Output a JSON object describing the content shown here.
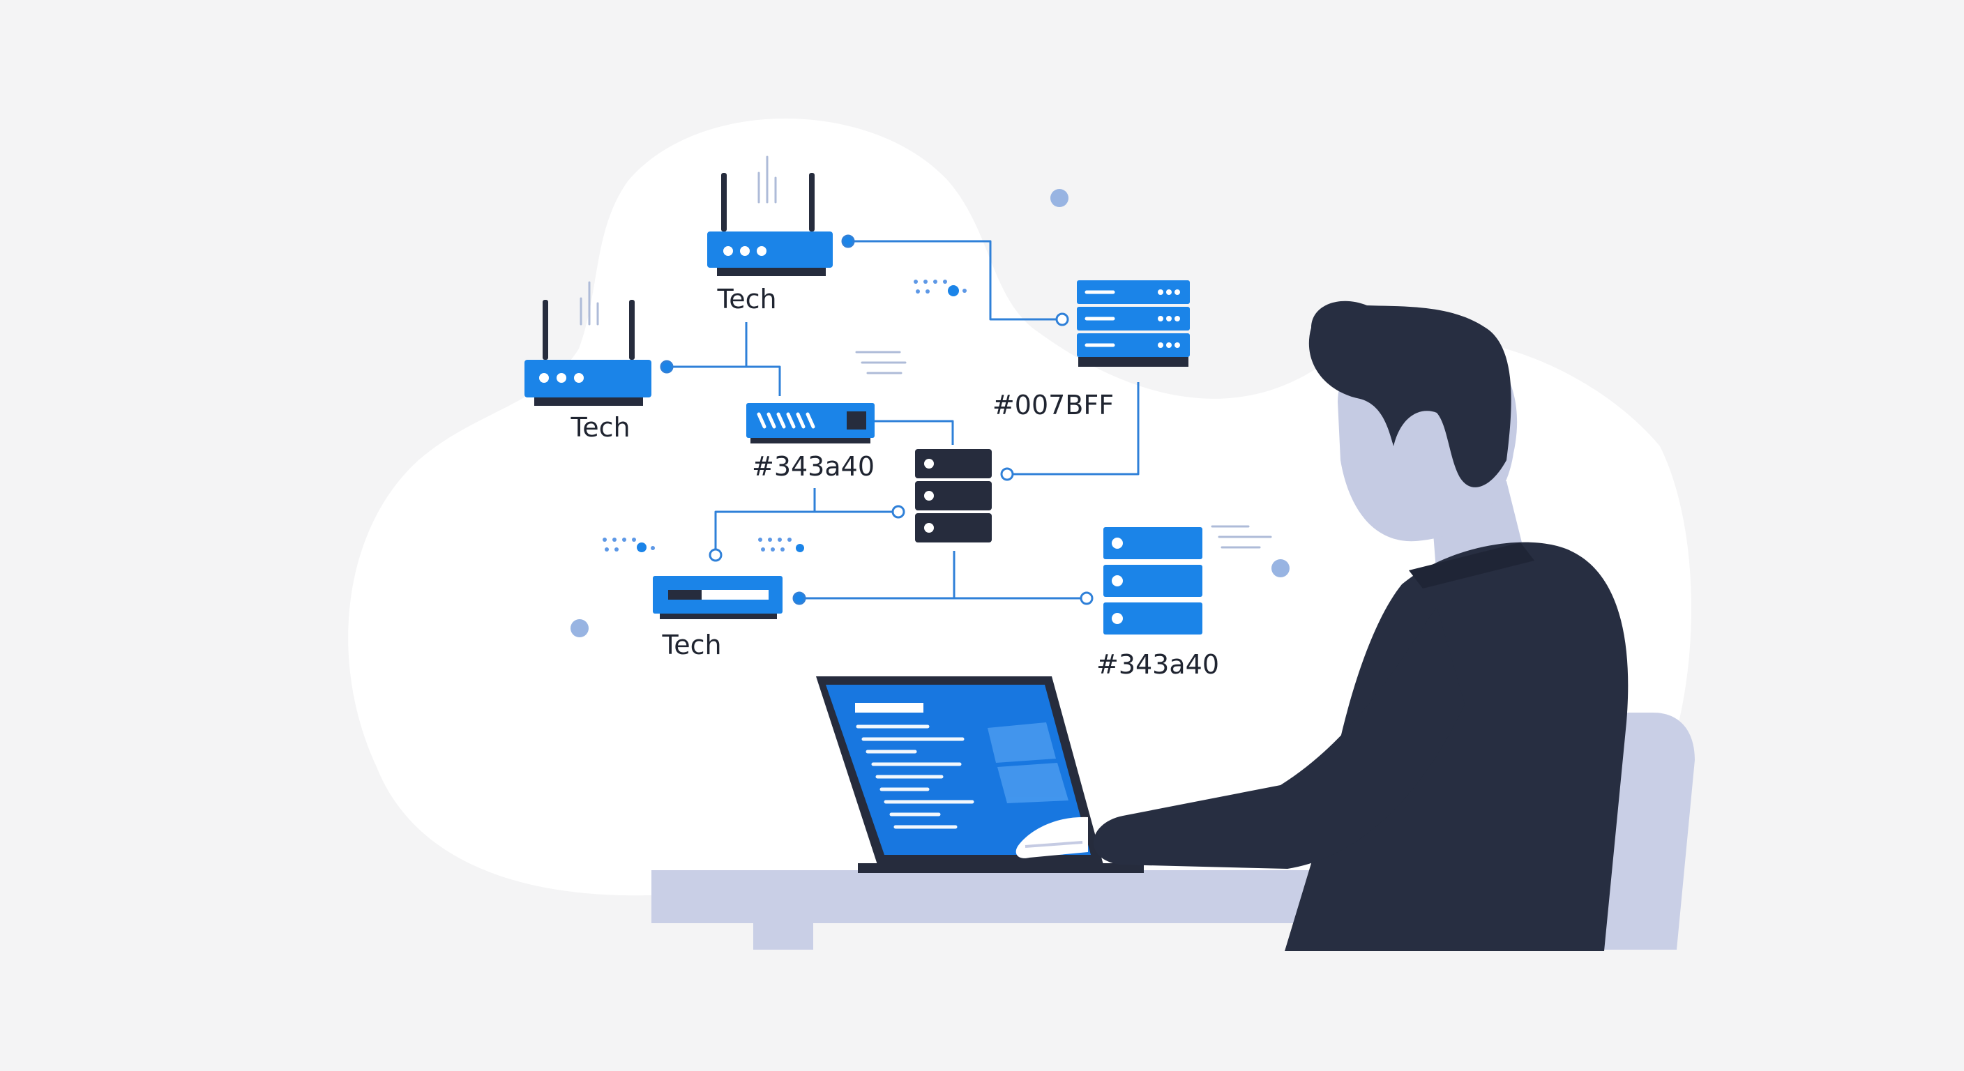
{
  "colors": {
    "background": "#f4f4f5",
    "blob": "#ffffff",
    "device_blue": "#1b84e8",
    "device_dark": "#262c3d",
    "connector_line": "#2f80d8",
    "person_dark": "#272e41",
    "person_skin": "#c5cbe3",
    "furniture": "#c9cfe6",
    "laptop_screen": "#1877e0"
  },
  "labels": {
    "router_top": "Tech",
    "router_left": "Tech",
    "switch_center": "#343a40",
    "server_top_right": "#007BFF",
    "switch_bottom_left": "Tech",
    "server_bottom_right": "#343a40"
  },
  "icons": {
    "router_top": "wifi-router-icon",
    "router_left": "wifi-router-icon",
    "switch_center": "network-switch-icon",
    "server_center": "server-stack-icon",
    "server_top_right": "server-rack-icon",
    "switch_bottom_left": "network-switch-icon",
    "server_bottom_right": "server-stack-icon",
    "laptop": "laptop-icon",
    "person": "person-illustration"
  }
}
